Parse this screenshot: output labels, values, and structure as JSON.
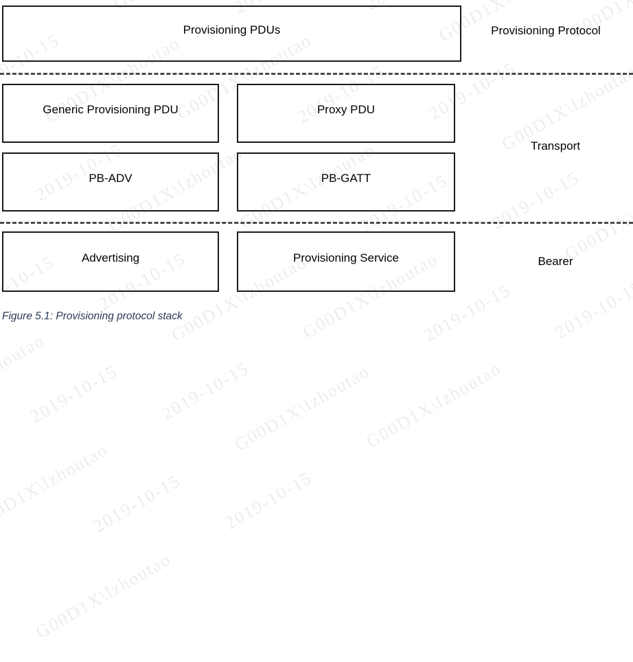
{
  "figure": {
    "caption": "Figure 5.1: Provisioning protocol stack",
    "caption_color": "#2b3a55",
    "box_border_color": "#1a1a1a",
    "divider_color": "#4a4a4a",
    "background": "#ffffff"
  },
  "layers": [
    {
      "id": "provisioning-protocol",
      "side_label": "Provisioning Protocol",
      "boxes": [
        {
          "id": "provisioning-pdus",
          "label": "Provisioning PDUs",
          "span": "full"
        }
      ]
    },
    {
      "id": "transport",
      "side_label": "Transport",
      "boxes": [
        {
          "id": "generic-provisioning-pdu",
          "label": "Generic Provisioning PDU",
          "column": "left",
          "row": 1
        },
        {
          "id": "proxy-pdu",
          "label": "Proxy PDU",
          "column": "right",
          "row": 1
        },
        {
          "id": "pb-adv",
          "label": "PB-ADV",
          "column": "left",
          "row": 2
        },
        {
          "id": "pb-gatt",
          "label": "PB-GATT",
          "column": "right",
          "row": 2
        }
      ]
    },
    {
      "id": "bearer",
      "side_label": "Bearer",
      "boxes": [
        {
          "id": "advertising",
          "label": "Advertising",
          "column": "left"
        },
        {
          "id": "provisioning-service",
          "label": "Provisioning Service",
          "column": "right"
        }
      ]
    }
  ],
  "watermark": {
    "text_date": "2019-10-15",
    "text_user": "G00D1X\\lzhoutao",
    "color": "#ededed"
  }
}
